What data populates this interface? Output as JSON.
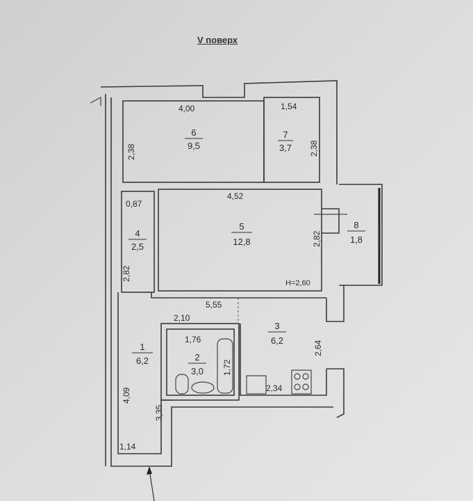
{
  "title": "V поверх",
  "rooms": [
    {
      "number": "1",
      "area": "6,2"
    },
    {
      "number": "2",
      "area": "3,0"
    },
    {
      "number": "3",
      "area": "6,2"
    },
    {
      "number": "4",
      "area": "2,5"
    },
    {
      "number": "5",
      "area": "12,8"
    },
    {
      "number": "6",
      "area": "9,5"
    },
    {
      "number": "7",
      "area": "3,7"
    },
    {
      "number": "8",
      "area": "1,8"
    }
  ],
  "dimensions": {
    "r6_width": "4,00",
    "r6_height": "2,38",
    "r7_width": "1,54",
    "r7_height": "2,38",
    "r5_width": "4,52",
    "r5_height": "2,82",
    "ceiling": "H=2,60",
    "r4_width": "0,87",
    "r4_height": "2,82",
    "corridor_width": "5,55",
    "r1_height": "4,09",
    "r1_lower": "3,35",
    "r1_bottom": "1,14",
    "r2_outer": "2,10",
    "r2_width": "1,76",
    "bath": "1,72",
    "r3_height": "2,64",
    "r3_width": "2,34"
  }
}
